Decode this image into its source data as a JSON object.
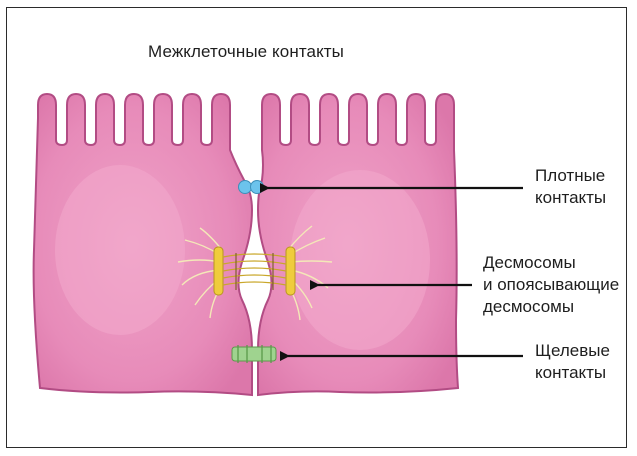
{
  "title": "Межклеточные контакты",
  "labels": {
    "tight_junctions": [
      "Плотные",
      "контакты"
    ],
    "desmosomes": [
      "Десмосомы",
      "и опоясывающие",
      "десмосомы"
    ],
    "gap_junctions": [
      "Щелевые",
      "контакты"
    ]
  },
  "colors": {
    "cell_fill": "#e68ab8",
    "cell_stroke": "#b24c84",
    "tight_junction": "#6cc3ec",
    "desmosome_plaque": "#efcc3c",
    "filaments": "#f4e8b8",
    "gap_junction": "#9fd38f",
    "arrow": "#111111"
  }
}
